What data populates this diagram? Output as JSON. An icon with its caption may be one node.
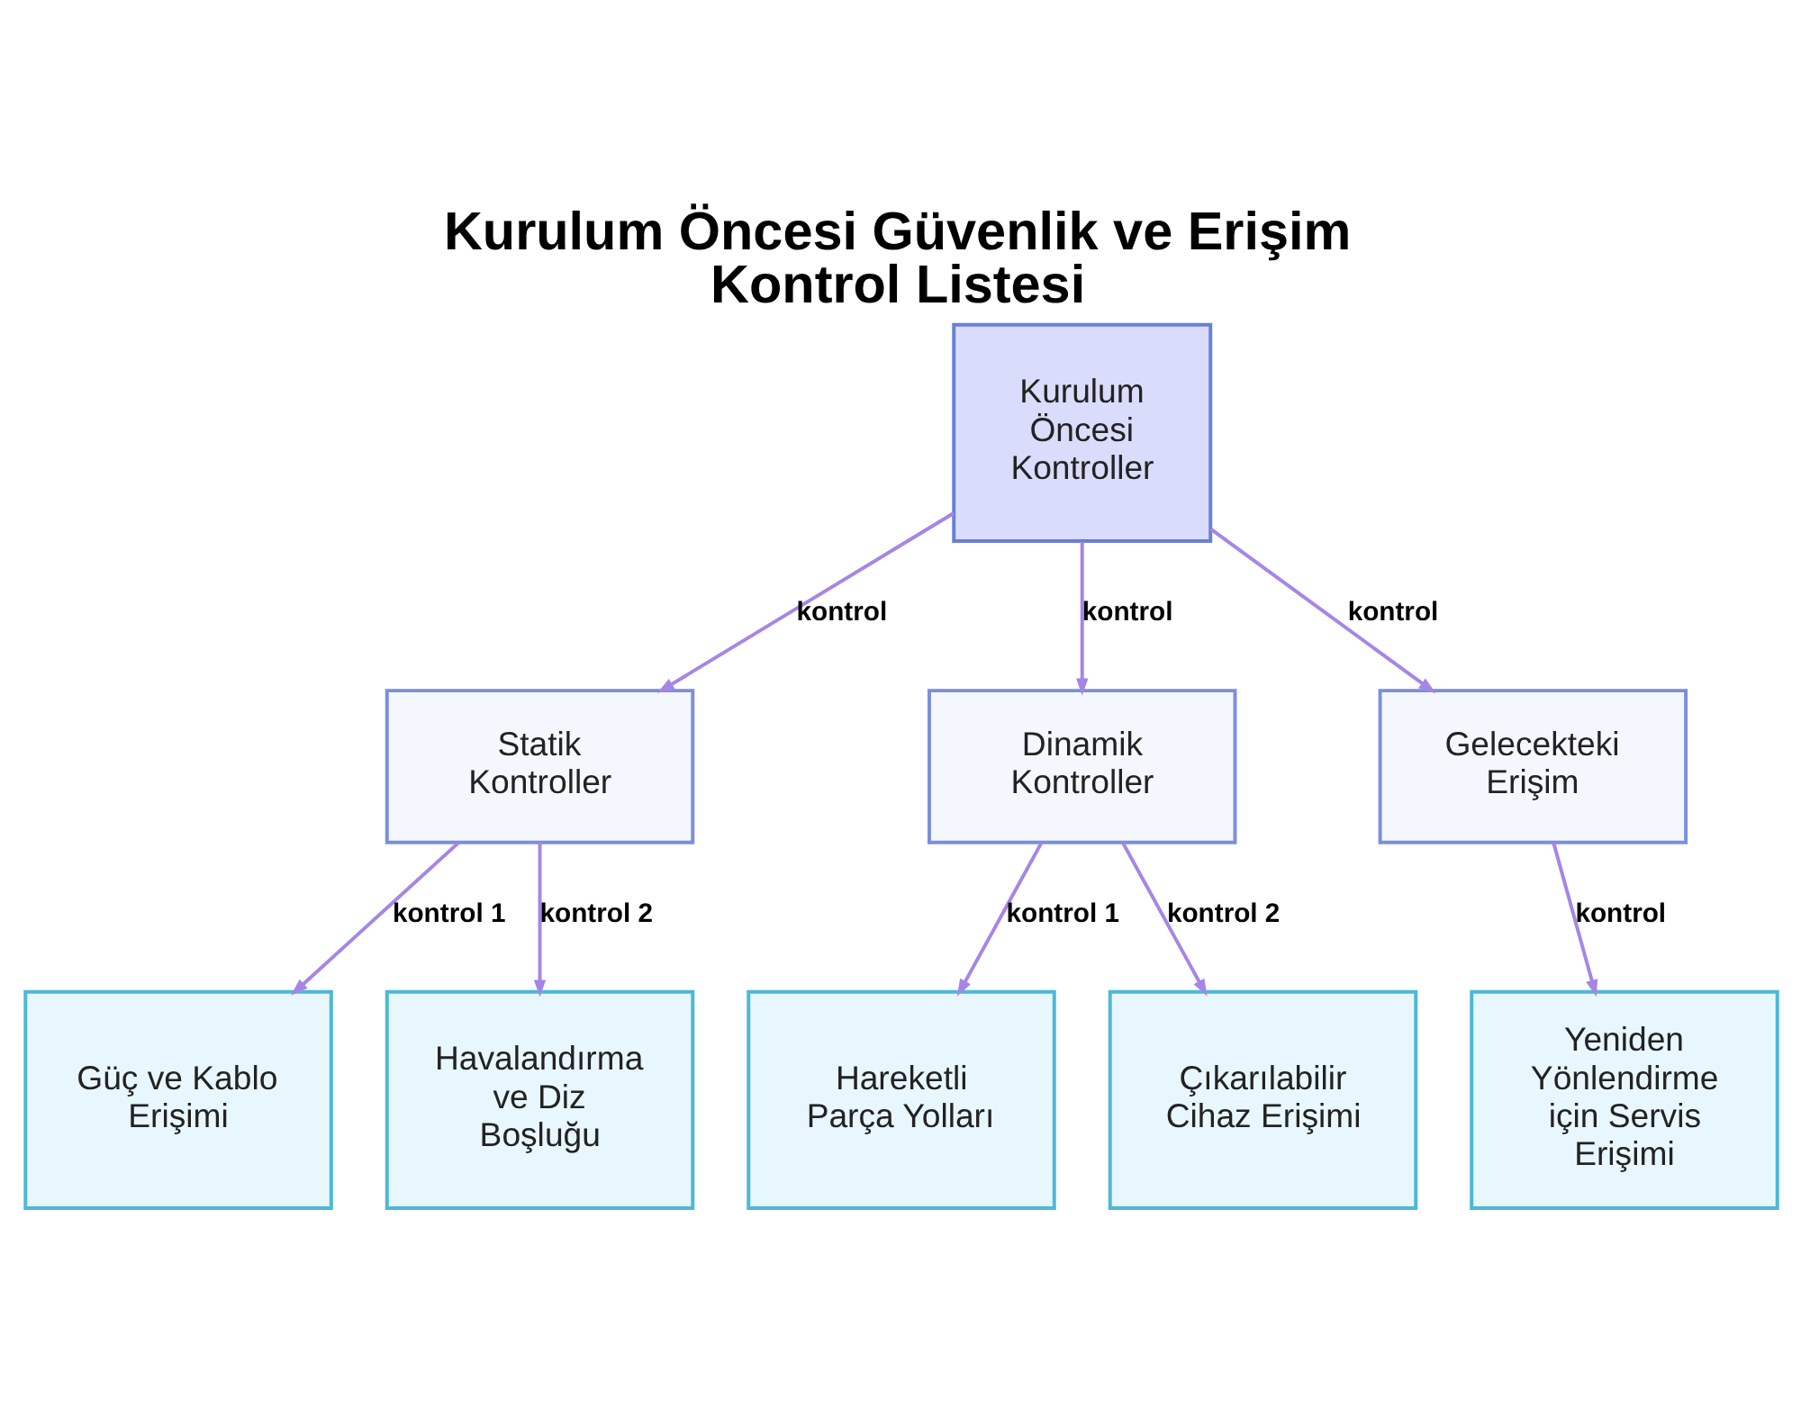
{
  "diagram": {
    "title": "Kurulum Öncesi Güvenlik ve Erişim Kontrol Listesi",
    "nodes": [
      {
        "text": [
          "Kurulum Öncesi Kontroller"
        ]
      },
      {
        "text": [
          "Statik Kontroller"
        ]
      },
      {
        "text": [
          "Dinamik Kontroller"
        ]
      },
      {
        "text": [
          "Gelecekteki Erişim"
        ]
      },
      {
        "text": [
          "Güç ve Kablo Erişimi"
        ]
      },
      {
        "text": [
          "Havalandırma ve Diz Boşluğu"
        ]
      },
      {
        "text": [
          "Hareketli Parça Yolları"
        ]
      },
      {
        "text": [
          "Çıkarılabilir Cihaz Erişimi"
        ]
      },
      {
        "text": [
          "Yeniden Yönlendirme için Servis Erişimi"
        ]
      }
    ],
    "edges": [
      {
        "from": 0,
        "to": 1,
        "arrow": "to",
        "label": "kontrol"
      },
      {
        "from": 0,
        "to": 2,
        "arrow": "to",
        "label": "kontrol"
      },
      {
        "from": 0,
        "to": 3,
        "arrow": "to",
        "label": "kontrol"
      },
      {
        "from": 1,
        "to": 4,
        "arrow": "to",
        "label": "kontrol 1"
      },
      {
        "from": 1,
        "to": 5,
        "arrow": "to",
        "label": "kontrol 2"
      },
      {
        "from": 2,
        "to": 6,
        "arrow": "to",
        "label": "kontrol 1"
      },
      {
        "from": 2,
        "to": 7,
        "arrow": "to",
        "label": "kontrol 2"
      },
      {
        "from": 3,
        "to": 8,
        "arrow": "to",
        "label": "kontrol"
      }
    ]
  }
}
